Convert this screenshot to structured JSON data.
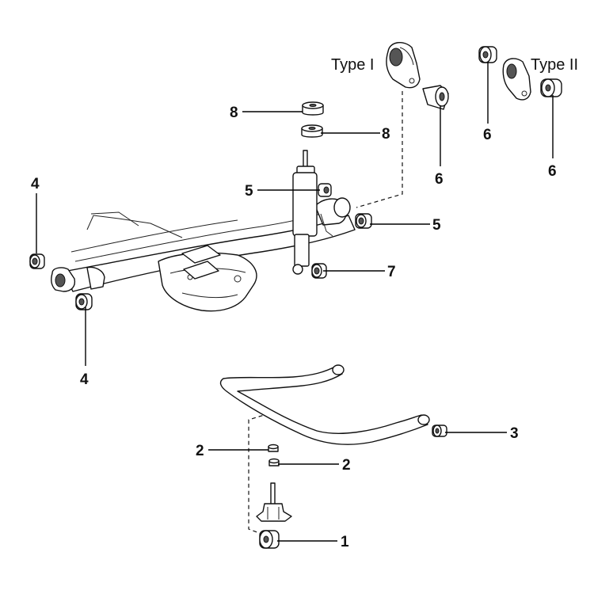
{
  "type_labels": {
    "type1": "Type I",
    "type2": "Type II"
  },
  "callouts": {
    "c1": "1",
    "c2a": "2",
    "c2b": "2",
    "c3": "3",
    "c4a": "4",
    "c4b": "4",
    "c5a": "5",
    "c5b": "5",
    "c6a": "6",
    "c6b": "6",
    "c6c": "6",
    "c7": "7",
    "c8a": "8",
    "c8b": "8"
  }
}
